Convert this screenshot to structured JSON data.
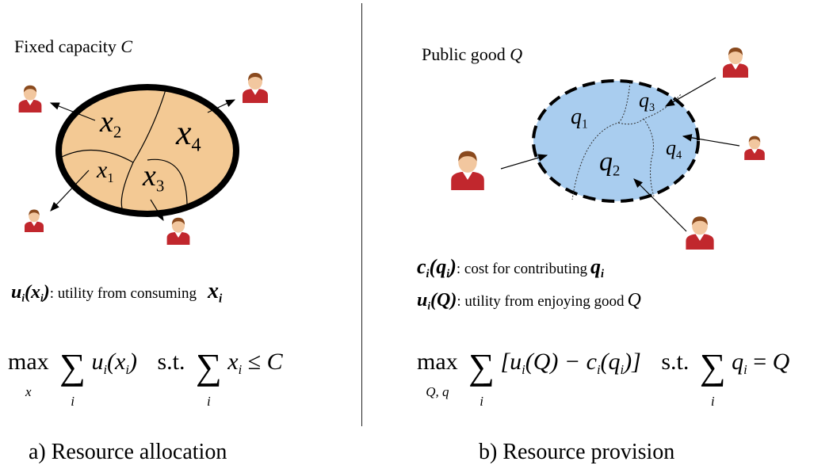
{
  "panel_a": {
    "title_text": "Fixed capacity ",
    "title_var": "C",
    "regions": [
      {
        "var": "x",
        "sub": "1"
      },
      {
        "var": "x",
        "sub": "2"
      },
      {
        "var": "x",
        "sub": "3"
      },
      {
        "var": "x",
        "sub": "4"
      }
    ],
    "utility_text": ": utility from consuming",
    "caption": "a) Resource allocation",
    "formula": {
      "max": "max",
      "max_sub": "x",
      "sum_index": "i",
      "st": "s.t.",
      "rhs": "C"
    }
  },
  "panel_b": {
    "title_text": "Public good ",
    "title_var": "Q",
    "regions": [
      {
        "var": "q",
        "sub": "1"
      },
      {
        "var": "q",
        "sub": "2"
      },
      {
        "var": "q",
        "sub": "3"
      },
      {
        "var": "q",
        "sub": "4"
      }
    ],
    "cost_text": ": cost for contributing",
    "utility_text": ": utility from enjoying good",
    "caption": "b) Resource provision",
    "formula": {
      "max": "max",
      "max_sub": "Q, q",
      "sum_index": "i",
      "st": "s.t."
    }
  },
  "colors": {
    "resource_fill": "#f3c994",
    "public_fill": "#a9cdef",
    "person_shirt": "#c1272d",
    "person_skin": "#f2c79f",
    "person_hair": "#8a4a1e"
  }
}
